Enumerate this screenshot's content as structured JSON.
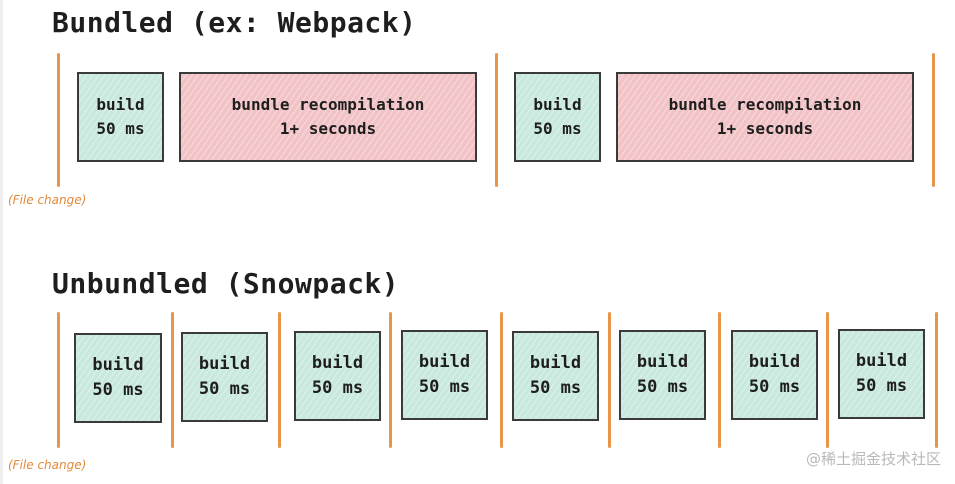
{
  "bundled": {
    "title": "Bundled (ex: Webpack)",
    "annotation": "(File change)",
    "blocks": [
      {
        "line1": "build",
        "line2": "50 ms"
      },
      {
        "line1": "bundle recompilation",
        "line2": "1+ seconds"
      },
      {
        "line1": "build",
        "line2": "50 ms"
      },
      {
        "line1": "bundle recompilation",
        "line2": "1+ seconds"
      }
    ]
  },
  "unbundled": {
    "title": "Unbundled (Snowpack)",
    "annotation": "(File change)",
    "blocks": [
      {
        "line1": "build",
        "line2": "50 ms"
      },
      {
        "line1": "build",
        "line2": "50 ms"
      },
      {
        "line1": "build",
        "line2": "50 ms"
      },
      {
        "line1": "build",
        "line2": "50 ms"
      },
      {
        "line1": "build",
        "line2": "50 ms"
      },
      {
        "line1": "build",
        "line2": "50 ms"
      },
      {
        "line1": "build",
        "line2": "50 ms"
      },
      {
        "line1": "build",
        "line2": "50 ms"
      }
    ]
  },
  "watermark": "@稀土掘金技术社区",
  "colors": {
    "build_fill": "#c9e9df",
    "recompile_fill": "#f2c3c6",
    "marker": "#e8954a",
    "annotation": "#e08a3c"
  }
}
